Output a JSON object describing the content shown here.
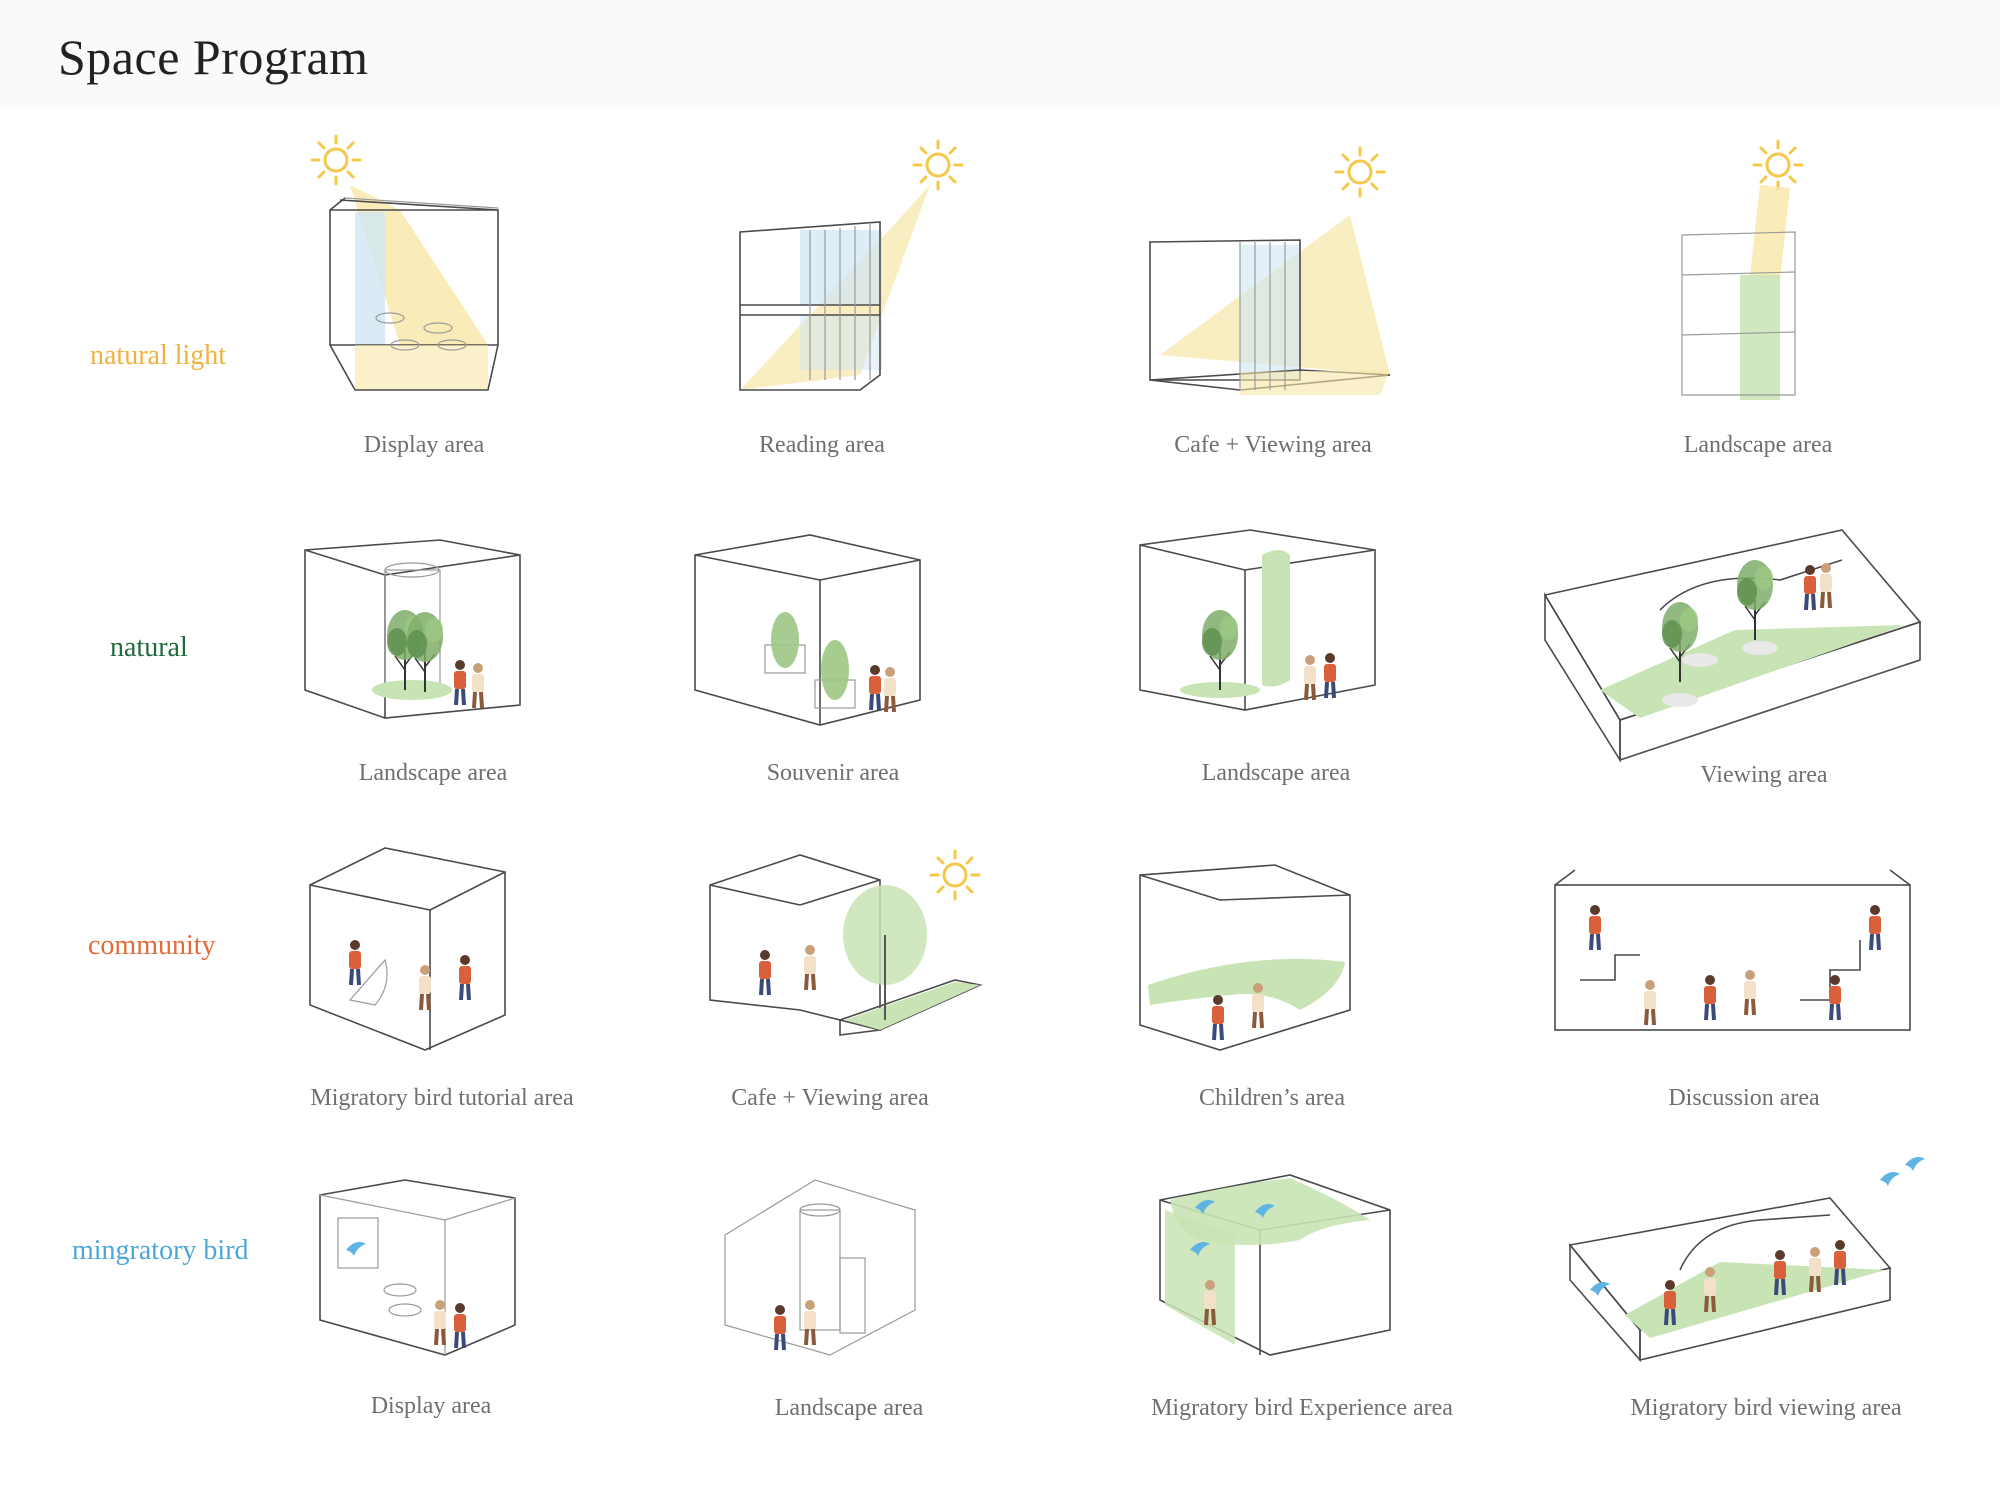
{
  "title": "Space Program",
  "colors": {
    "natural_light": "#f0b23f",
    "natural": "#1f6b3a",
    "community": "#e36a3a",
    "migratory_bird": "#4aa7d8",
    "sun": "#f5c84a",
    "light_beam": "#f7e7a8",
    "glass": "#cfe6f3",
    "green": "#c8e3b4",
    "bird": "#5fb4e3"
  },
  "rows": [
    {
      "label": "natural light",
      "cells": [
        "Display area",
        "Reading area",
        "Cafe + Viewing area",
        "Landscape area"
      ]
    },
    {
      "label": "natural",
      "cells": [
        "Landscape area",
        "Souvenir area",
        "Landscape area",
        "Viewing area"
      ]
    },
    {
      "label": "community",
      "cells": [
        "Migratory bird tutorial area",
        "Cafe + Viewing area",
        "Children’s area",
        "Discussion area"
      ]
    },
    {
      "label": "mingratory bird",
      "cells": [
        "Display area",
        "Landscape area",
        "Migratory bird Experience area",
        "Migratory bird viewing area"
      ]
    }
  ]
}
